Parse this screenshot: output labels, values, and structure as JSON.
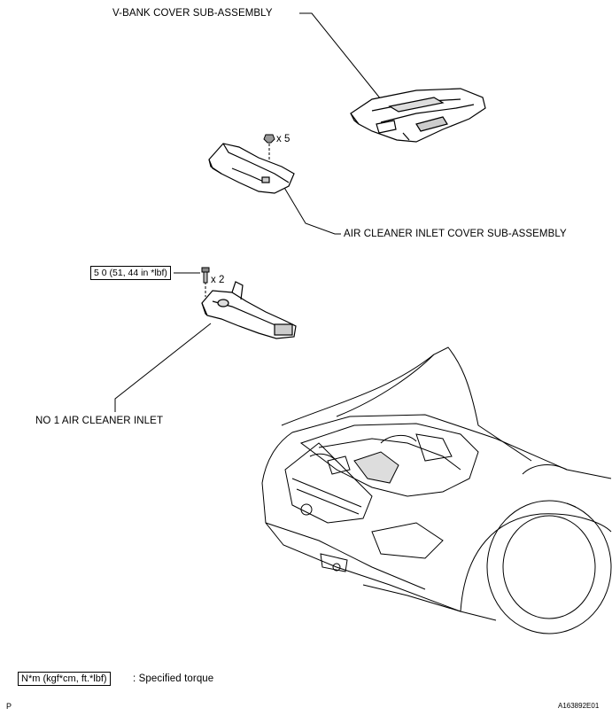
{
  "labels": {
    "vbank_cover": "V-BANK COVER SUB-ASSEMBLY",
    "air_cleaner_inlet_cover": "AIR CLEANER INLET COVER SUB-ASSEMBLY",
    "air_cleaner_inlet": "NO  1 AIR CLEANER INLET"
  },
  "quantities": {
    "cover_nuts": "x 5",
    "inlet_bolts": "x 2"
  },
  "torque": {
    "value": "5 0 (51, 44 in *lbf)"
  },
  "legend": {
    "units_box": "N*m (kgf*cm, ft.*lbf)",
    "description": ": Specified torque"
  },
  "footer": {
    "left_letter": "P",
    "figure_id": "A163892E01"
  }
}
